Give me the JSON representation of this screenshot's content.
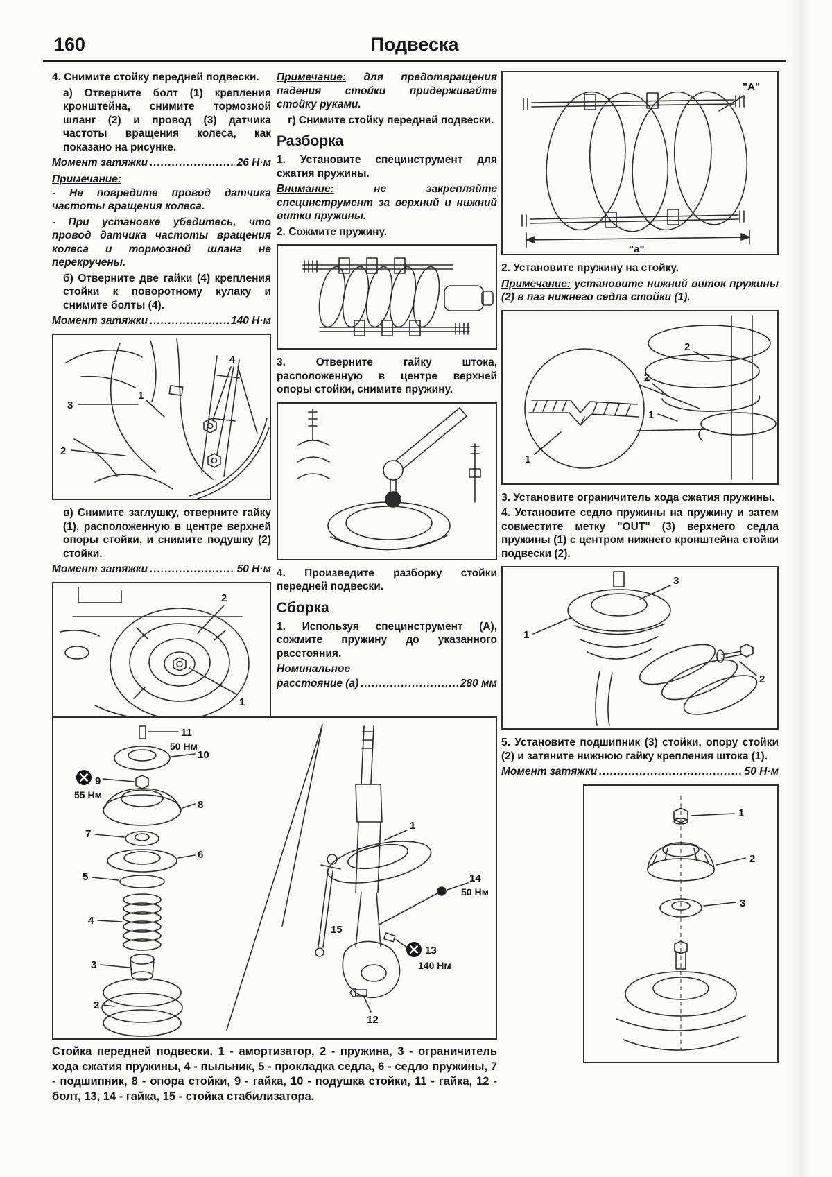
{
  "page": {
    "number": "160",
    "title": "Подвеска"
  },
  "col1": {
    "step4": "4. Снимите стойку передней подвески.",
    "step4a": "а) Отверните болт (1) крепления кронштейна, снимите тормозной шланг (2) и провод (3) датчика частоты вращения колеса, как показано на рисунке.",
    "torque_a": {
      "label": "Момент затяжки",
      "dots": "......................................................",
      "value": "26 Н·м"
    },
    "note_title": "Примечание:",
    "note_item1": "- Не повредите провод датчика частоты вращения колеса.",
    "note_item2": "- При установке убедитесь, что провод датчика частоты вращения колеса и тормозной шланг не перекручены.",
    "step4b": "б) Отверните две гайки (4) крепления стойки к поворотному кулаку и снимите болты (4).",
    "torque_b": {
      "label": "Момент затяжки",
      "dots": "......................................................",
      "value": "140 Н·м"
    },
    "step4v": "в) Снимите заглушку, отверните гайку (1), расположенную в центре верхней опоры стойки, и снимите подушку (2) стойки.",
    "torque_v": {
      "label": "Момент затяжки",
      "dots": "......................................................",
      "value": "50 Н·м"
    }
  },
  "col2": {
    "note_title": "Примечание:",
    "note_body": " для предотвращения падения стойки придерживайте стойку руками.",
    "step_g": "г) Снимите стойку передней подвески.",
    "h_disassembly": "Разборка",
    "d1": "1. Установите специнструмент для сжатия пружины.",
    "warn_title": "Внимание:",
    "warn_body": " не закрепляйте специнструмент за верхний и нижний витки пружины.",
    "d2": "2. Сожмите пружину.",
    "d3": "3. Отверните гайку штока, расположенную в центре верхней опоры стойки, снимите пружину.",
    "d4": "4. Произведите разборку стойки передней подвески.",
    "h_assembly": "Сборка",
    "a1": "1. Используя специнструмент (А), сожмите пружину до указанного расстояния.",
    "nominal_line1": "Номинальное",
    "nominal": {
      "label": "расстояние (а)",
      "dots": "......................................................",
      "value": "280 мм"
    }
  },
  "col3": {
    "a2": "2. Установите пружину на стойку.",
    "note_title": "Примечание:",
    "note_body": " установите нижний виток пружины (2) в паз нижнего седла стойки (1).",
    "a3": "3. Установите ограничитель хода сжатия пружины.",
    "a4": "4. Установите седло пружины на пружину и затем совместите метку \"OUT\" (3) верхнего седла пружины (1) с центром нижнего кронштейна стойки подвески (2).",
    "a5": "5. Установите подшипник (3) стойки, опору стойки (2) и затяните нижнюю гайку крепления штока (1).",
    "torque_5": {
      "label": "Момент затяжки",
      "dots": "......................................................",
      "value": "50 Н·м"
    }
  },
  "figures": {
    "fig_strut_in_car": {
      "labels": [
        "3",
        "2",
        "1",
        "4"
      ]
    },
    "fig_mount_top": {
      "labels": [
        "2",
        "1"
      ]
    },
    "fig_spring_tool": {
      "labels": [
        "\"А\"",
        "\"а\""
      ]
    },
    "fig_spring_seat": {
      "labels": [
        "2",
        "1",
        "1",
        "2"
      ]
    },
    "fig_out_mark": {
      "labels": [
        "3",
        "1",
        "2"
      ]
    },
    "fig_bearing": {
      "labels": [
        "1",
        "2",
        "3"
      ]
    },
    "fig_exploded": {
      "left_labels": [
        {
          "n": "11",
          "torque": "50 Нм"
        },
        {
          "n": "9",
          "torque": "55 Нм"
        },
        {
          "n": "10"
        },
        {
          "n": "8"
        },
        {
          "n": "7"
        },
        {
          "n": "6"
        },
        {
          "n": "5"
        },
        {
          "n": "4"
        },
        {
          "n": "3"
        },
        {
          "n": "2"
        }
      ],
      "right_labels": [
        {
          "n": "1"
        },
        {
          "n": "14",
          "torque": "50 Нм"
        },
        {
          "n": "15"
        },
        {
          "n": "13",
          "torque": "140 Нм"
        },
        {
          "n": "12"
        }
      ]
    },
    "caption": "Стойка передней подвески. 1 - амортизатор, 2 - пружина, 3 - ограничитель хода сжатия пружины, 4 - пыльник, 5 - прокладка седла, 6 - седло пружины, 7 - подшипник, 8 - опора стойки, 9 - гайка, 10 - подушка стойки, 11 - гайка, 12 - болт, 13, 14 - гайка, 15 - стойка стабилизатора."
  },
  "colors": {
    "ink": "#161616",
    "paper": "#fbfbf8",
    "border": "#2e2e2e"
  }
}
